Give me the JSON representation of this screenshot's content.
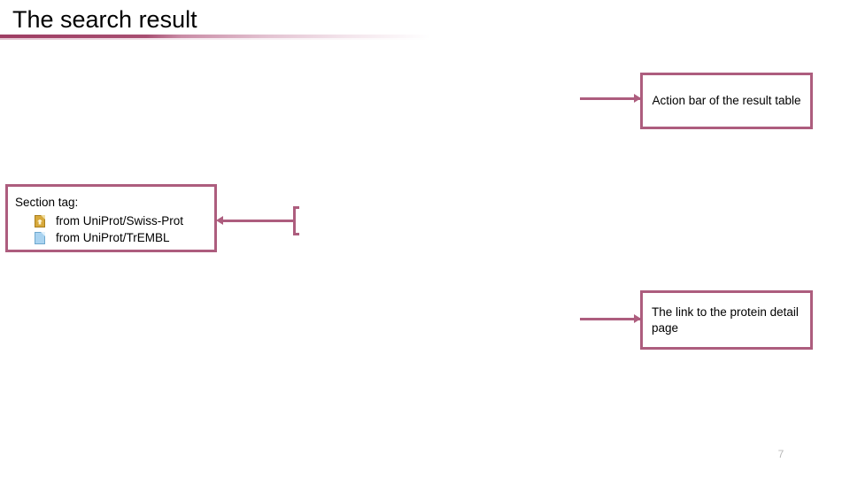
{
  "slide": {
    "title": "The search result",
    "page_number": "7",
    "accent_color": "#ad5d7e",
    "title_rule_color": "#9e3d63",
    "background_color": "#ffffff",
    "text_color": "#000000",
    "page_number_color": "#b9b9b9"
  },
  "callouts": [
    {
      "id": "action-bar",
      "text": "Action bar of the result table",
      "align": "center"
    },
    {
      "id": "link-detail",
      "text": "The link to the protein detail page",
      "align": "left"
    }
  ],
  "section_tag": {
    "heading": "Section tag:",
    "rows": [
      {
        "icon": "swissprot-document-icon",
        "icon_color": "#d7a93c",
        "label": "from UniProt/Swiss-Prot"
      },
      {
        "icon": "trembl-document-icon",
        "icon_color": "#a9d3f0",
        "label": "from UniProt/TrEMBL"
      }
    ]
  },
  "connectors": [
    {
      "id": "action-bar-connector",
      "shape": "arrow-right"
    },
    {
      "id": "link-detail-connector",
      "shape": "arrow-right"
    },
    {
      "id": "section-tag-connector",
      "shape": "bracket-arrow-left"
    }
  ]
}
